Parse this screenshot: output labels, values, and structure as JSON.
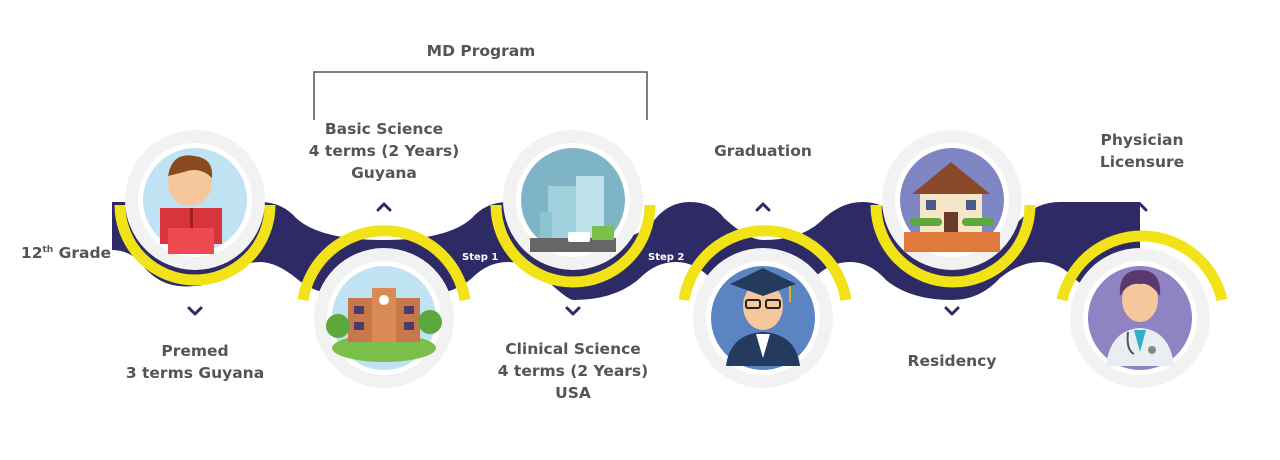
{
  "program": {
    "title": "MD Program"
  },
  "start": {
    "grade_prefix": "12",
    "grade_sup": "th",
    "grade_suffix": " Grade"
  },
  "stages": [
    {
      "lines": [
        "Premed",
        "3 terms Guyana"
      ]
    },
    {
      "lines": [
        "Basic Science",
        "4 terms (2 Years)",
        "Guyana"
      ]
    },
    {
      "lines": [
        "Clinical Science",
        "4 terms (2 Years)",
        "USA"
      ]
    },
    {
      "lines": [
        "Graduation"
      ]
    },
    {
      "lines": [
        "Residency"
      ]
    },
    {
      "lines": [
        "Physician",
        "Licensure"
      ]
    }
  ],
  "steps": [
    "Step 1",
    "Step 2"
  ],
  "colors": {
    "band": "#2e2a66",
    "ring": "#f2e218",
    "arrow": "#2e2a66",
    "text": "#555555",
    "bracket": "#555555"
  },
  "icons": [
    "reading-kid-icon",
    "school-building-icon",
    "hospital-building-icon",
    "graduate-icon",
    "house-icon",
    "doctor-icon"
  ]
}
